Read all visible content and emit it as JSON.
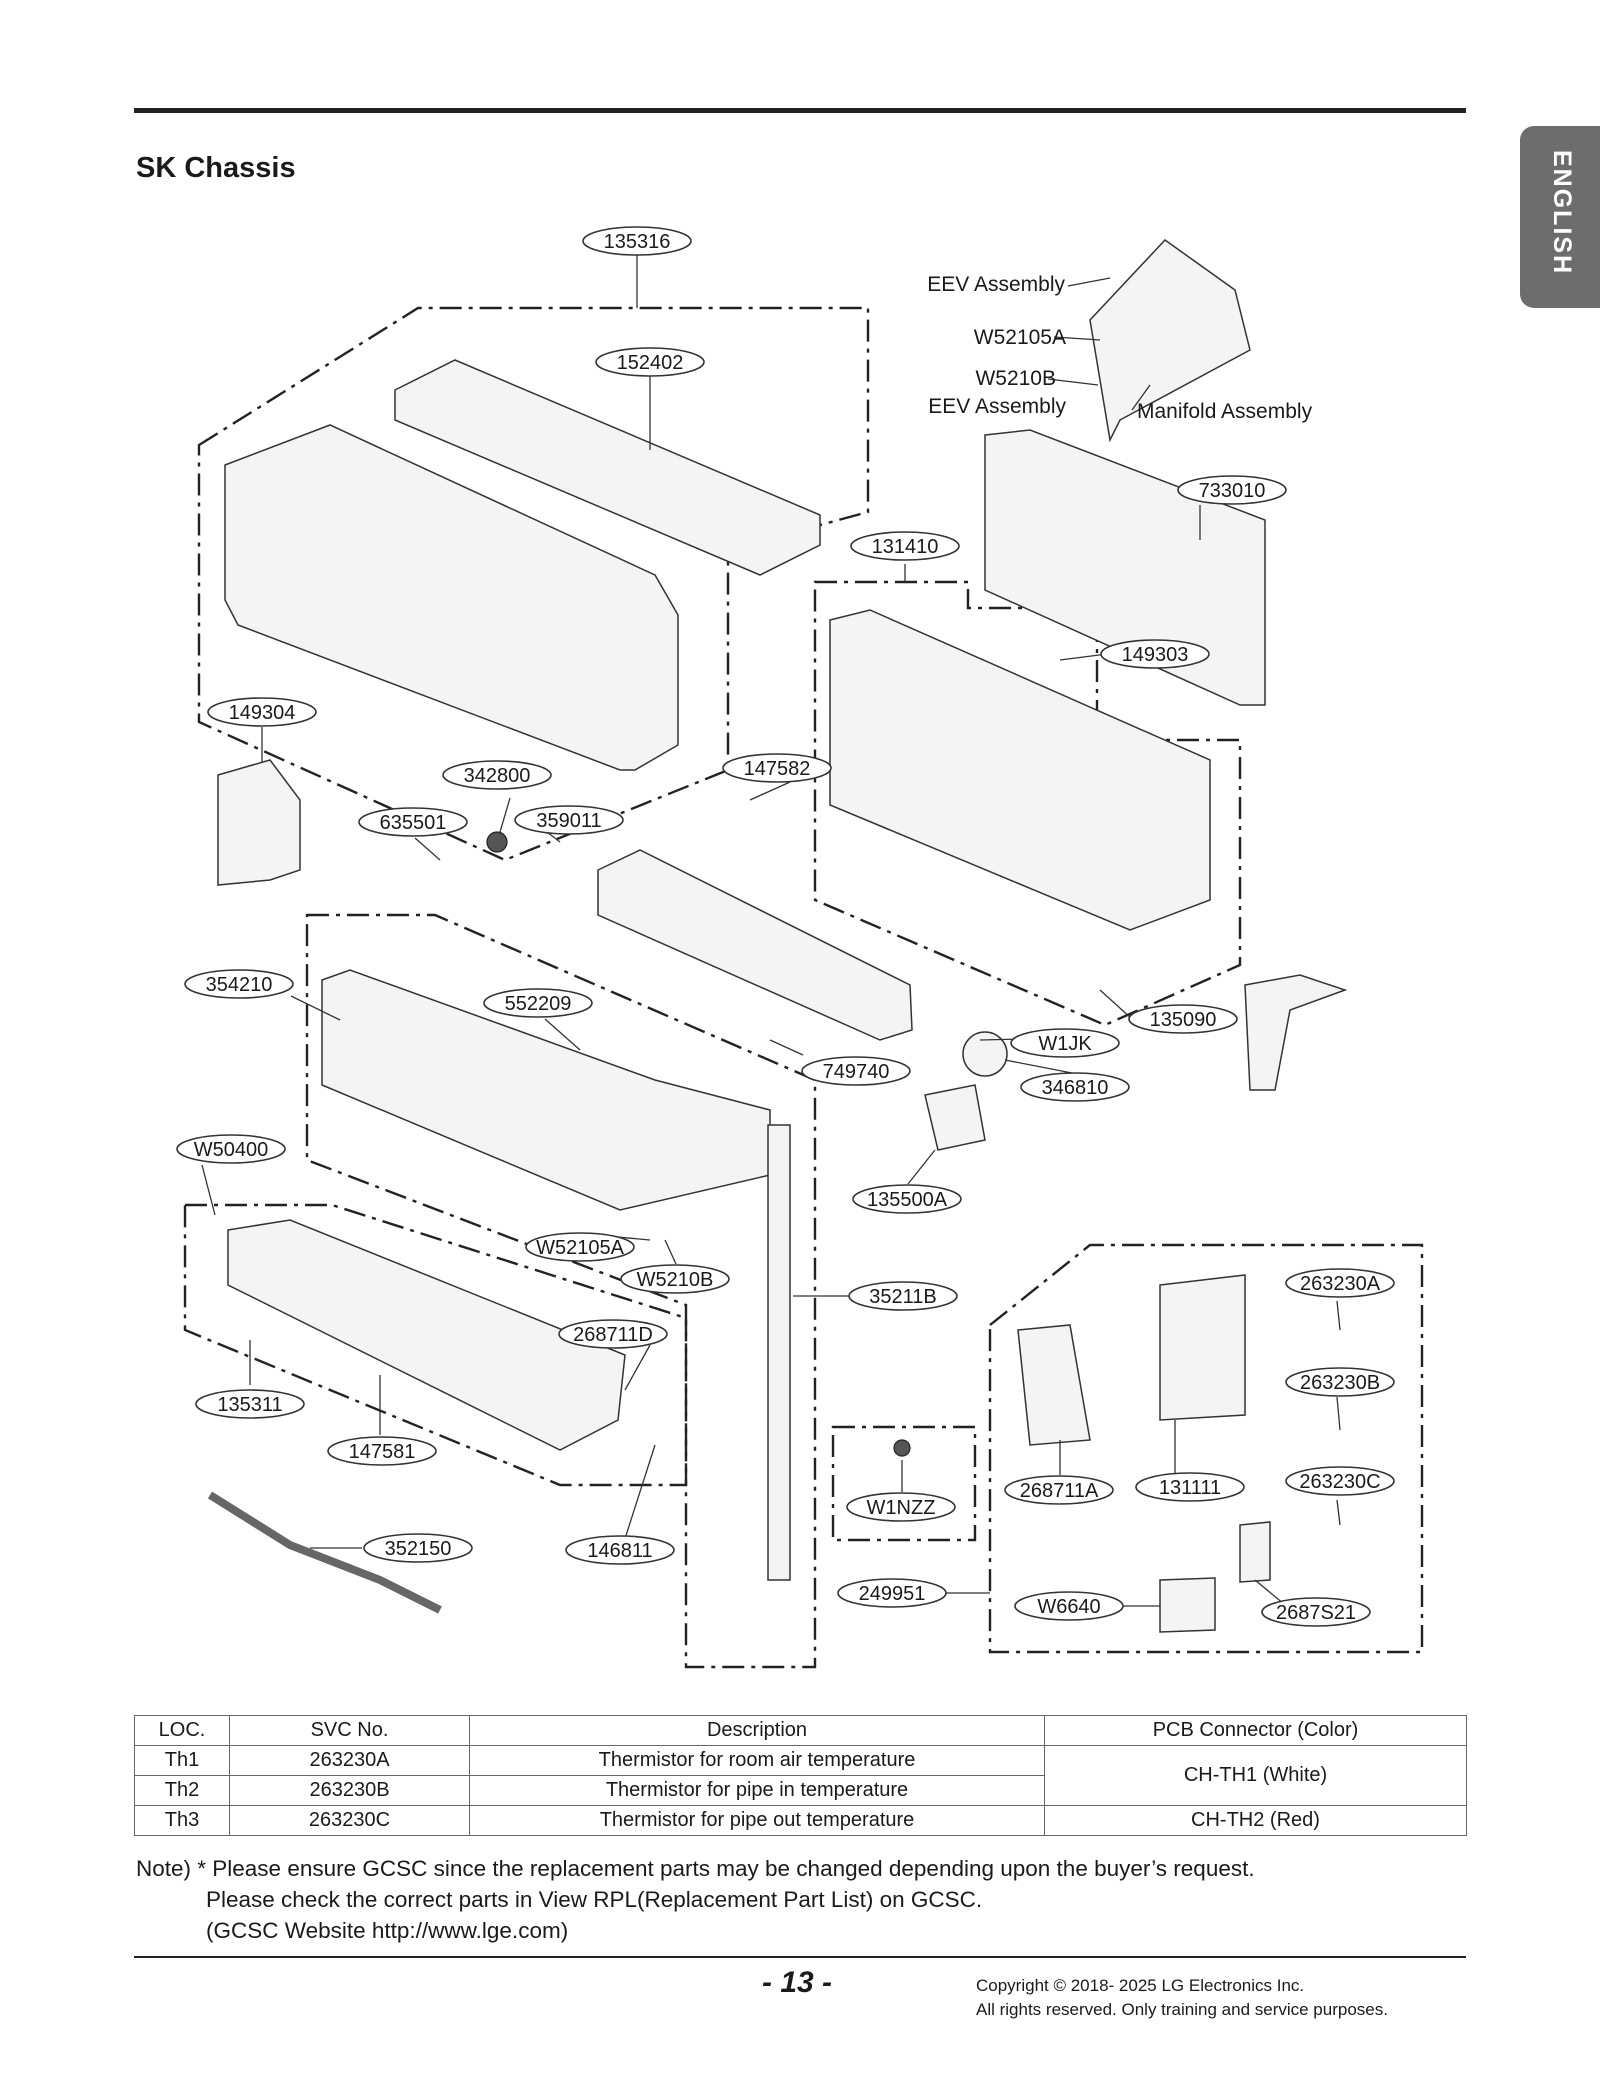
{
  "page": {
    "heading": "SK Chassis",
    "language_tab": "ENGLISH",
    "page_number": "- 13 -",
    "copyright_line1": "Copyright © 2018- 2025 LG Electronics Inc.",
    "copyright_line2": "All rights reserved. Only training and service purposes."
  },
  "diagram": {
    "callouts": {
      "c135316": "135316",
      "c152402": "152402",
      "c733010": "733010",
      "c131410": "131410",
      "c149303": "149303",
      "c149304": "149304",
      "c342800": "342800",
      "c147582": "147582",
      "c635501": "635501",
      "c359011": "359011",
      "c354210": "354210",
      "c552209": "552209",
      "c135090": "135090",
      "cW1JK": "W1JK",
      "c749740": "749740",
      "c346810": "346810",
      "cW50400": "W50400",
      "c135500A": "135500A",
      "cW52105A": "W52105A",
      "cW5210B": "W5210B",
      "c35211B": "35211B",
      "c263230A": "263230A",
      "c268711D": "268711D",
      "c263230B": "263230B",
      "c135311": "135311",
      "c147581": "147581",
      "c268711A": "268711A",
      "c131111": "131111",
      "c263230C": "263230C",
      "cW1NZZ": "W1NZZ",
      "c352150": "352150",
      "c146811": "146811",
      "c249951": "249951",
      "cW6640": "W6640",
      "c2687S21": "2687S21"
    },
    "labels": {
      "eev_assembly_top": "EEV Assembly",
      "w52105a": "W52105A",
      "w5210b": "W5210B",
      "eev_assembly_bottom": "EEV Assembly",
      "manifold_assembly": "Manifold Assembly"
    }
  },
  "table": {
    "headers": [
      "LOC.",
      "SVC No.",
      "Description",
      "PCB Connector (Color)"
    ],
    "rows": [
      {
        "loc": "Th1",
        "svc": "263230A",
        "desc": "Thermistor for room air temperature"
      },
      {
        "loc": "Th2",
        "svc": "263230B",
        "desc": "Thermistor for pipe in temperature"
      },
      {
        "loc": "Th3",
        "svc": "263230C",
        "desc": "Thermistor for pipe out temperature"
      }
    ],
    "connector_th1_th2": "CH-TH1 (White)",
    "connector_th3": "CH-TH2 (Red)"
  },
  "note": {
    "line1": "Note) * Please ensure GCSC since the replacement parts may be changed depending upon the buyer’s request.",
    "line2": "Please check the correct parts in View RPL(Replacement Part List) on GCSC.",
    "line3": "(GCSC Website http://www.lge.com)"
  }
}
